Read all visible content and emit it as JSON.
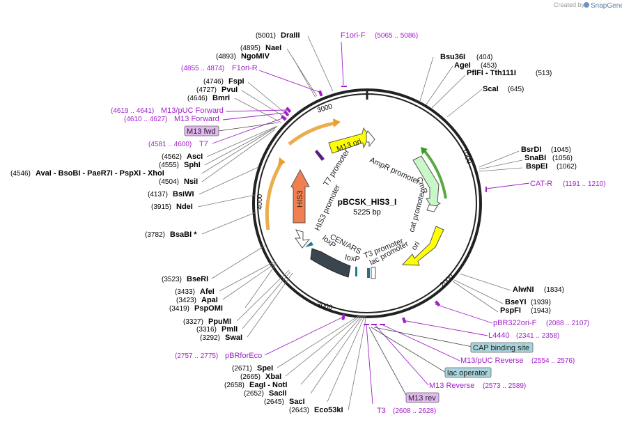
{
  "watermark": {
    "prefix": "Created by",
    "brand": "SnapGene"
  },
  "plasmid": {
    "name": "pBCSK_HIS3_I",
    "size": "5225 bp"
  },
  "ticks": [
    "1000",
    "2000",
    "3000",
    "4000",
    "3000"
  ],
  "enzymes_right": [
    {
      "name": "Bsu36I",
      "pos": "(404)"
    },
    {
      "name": "AgeI",
      "pos": "(453)"
    },
    {
      "name": "PflFI - Tth111I",
      "pos": "(513)"
    },
    {
      "name": "ScaI",
      "pos": "(645)"
    },
    {
      "name": "BsrDI",
      "pos": "(1045)"
    },
    {
      "name": "SnaBI",
      "pos": "(1056)"
    },
    {
      "name": "BspEI",
      "pos": "(1062)"
    },
    {
      "name": "AlwNI",
      "pos": "(1834)"
    },
    {
      "name": "BseYI",
      "pos": "(1939)"
    },
    {
      "name": "PspFI",
      "pos": "(1943)"
    }
  ],
  "enzymes_left": [
    {
      "pos": "(5001)",
      "name": "DraIII"
    },
    {
      "pos": "(4895)",
      "name": "NaeI"
    },
    {
      "pos": "(4893)",
      "name": "NgoMIV"
    },
    {
      "pos": "(4746)",
      "name": "FspI"
    },
    {
      "pos": "(4727)",
      "name": "PvuI"
    },
    {
      "pos": "(4646)",
      "name": "BmrI"
    },
    {
      "pos": "(4562)",
      "name": "AscI"
    },
    {
      "pos": "(4555)",
      "name": "SphI"
    },
    {
      "pos": "(4546)",
      "name": "AvaI - BsoBI - PaeR7I - PspXI - XhoI"
    },
    {
      "pos": "(4504)",
      "name": "NsiI"
    },
    {
      "pos": "(4137)",
      "name": "BsiWI"
    },
    {
      "pos": "(3915)",
      "name": "NdeI"
    },
    {
      "pos": "(3782)",
      "name": "BsaBI *"
    },
    {
      "pos": "(3523)",
      "name": "BseRI"
    },
    {
      "pos": "(3433)",
      "name": "AfeI"
    },
    {
      "pos": "(3423)",
      "name": "ApaI"
    },
    {
      "pos": "(3419)",
      "name": "PspOMI"
    },
    {
      "pos": "(3327)",
      "name": "PpuMI"
    },
    {
      "pos": "(3316)",
      "name": "PmlI"
    },
    {
      "pos": "(3292)",
      "name": "SwaI"
    },
    {
      "pos": "(2671)",
      "name": "SpeI"
    },
    {
      "pos": "(2665)",
      "name": "XbaI"
    },
    {
      "pos": "(2658)",
      "name": "EagI - NotI"
    },
    {
      "pos": "(2652)",
      "name": "SacII"
    },
    {
      "pos": "(2645)",
      "name": "SacI"
    },
    {
      "pos": "(2643)",
      "name": "Eco53kI"
    }
  ],
  "primers": [
    {
      "name": "F1ori-F",
      "range": "(5065 .. 5086)"
    },
    {
      "name": "F1ori-R",
      "range": "(4855 .. 4874)"
    },
    {
      "name": "M13/pUC Forward",
      "range": "(4619 .. 4641)"
    },
    {
      "name": "M13 Forward",
      "range": "(4610 .. 4627)"
    },
    {
      "name": "T7",
      "range": "(4581 .. 4600)"
    },
    {
      "name": "CAT-R",
      "range": "(1191 .. 1210)"
    },
    {
      "name": "pBR322ori-F",
      "range": "(2088 .. 2107)"
    },
    {
      "name": "L4440",
      "range": "(2341 .. 2358)"
    },
    {
      "name": "M13/pUC Reverse",
      "range": "(2554 .. 2576)"
    },
    {
      "name": "M13 Reverse",
      "range": "(2573 .. 2589)"
    },
    {
      "name": "T3",
      "range": "(2608 .. 2628)"
    },
    {
      "name": "pBRforEco",
      "range": "(2757 .. 2775)"
    }
  ],
  "boxed_features": [
    {
      "name": "M13 fwd",
      "color": "#e2b8f0"
    },
    {
      "name": "CAP binding site",
      "color": "#a9d4dc"
    },
    {
      "name": "lac operator",
      "color": "#a9d4dc"
    },
    {
      "name": "M13 rev",
      "color": "#e2b8f0"
    }
  ],
  "features": [
    {
      "name": "M13 ori",
      "color": "#ffff00"
    },
    {
      "name": "AmpR promoter",
      "color": "#ffffff"
    },
    {
      "name": "CmR",
      "color": "#c8f7c8"
    },
    {
      "name": "cat promoter",
      "color": "#ffffff"
    },
    {
      "name": "ori",
      "color": "#ffff00"
    },
    {
      "name": "T3 promoter",
      "color": "#2b6f7f"
    },
    {
      "name": "lac promoter",
      "color": "#ffffff"
    },
    {
      "name": "loxP",
      "color": "#1f7a8c"
    },
    {
      "name": "CEN/ARS",
      "color": "#3a4550"
    },
    {
      "name": "loxP",
      "color": "#1f7a8c"
    },
    {
      "name": "HIS3 promoter",
      "color": "#ffffff"
    },
    {
      "name": "HIS3",
      "color": "#f08050"
    },
    {
      "name": "T7 promoter",
      "color": "#5a2080"
    }
  ],
  "colors": {
    "primer": "#a020c8",
    "orange_arc": "#e8a030",
    "green_arc": "#3a9a20",
    "backbone": "#222222"
  }
}
